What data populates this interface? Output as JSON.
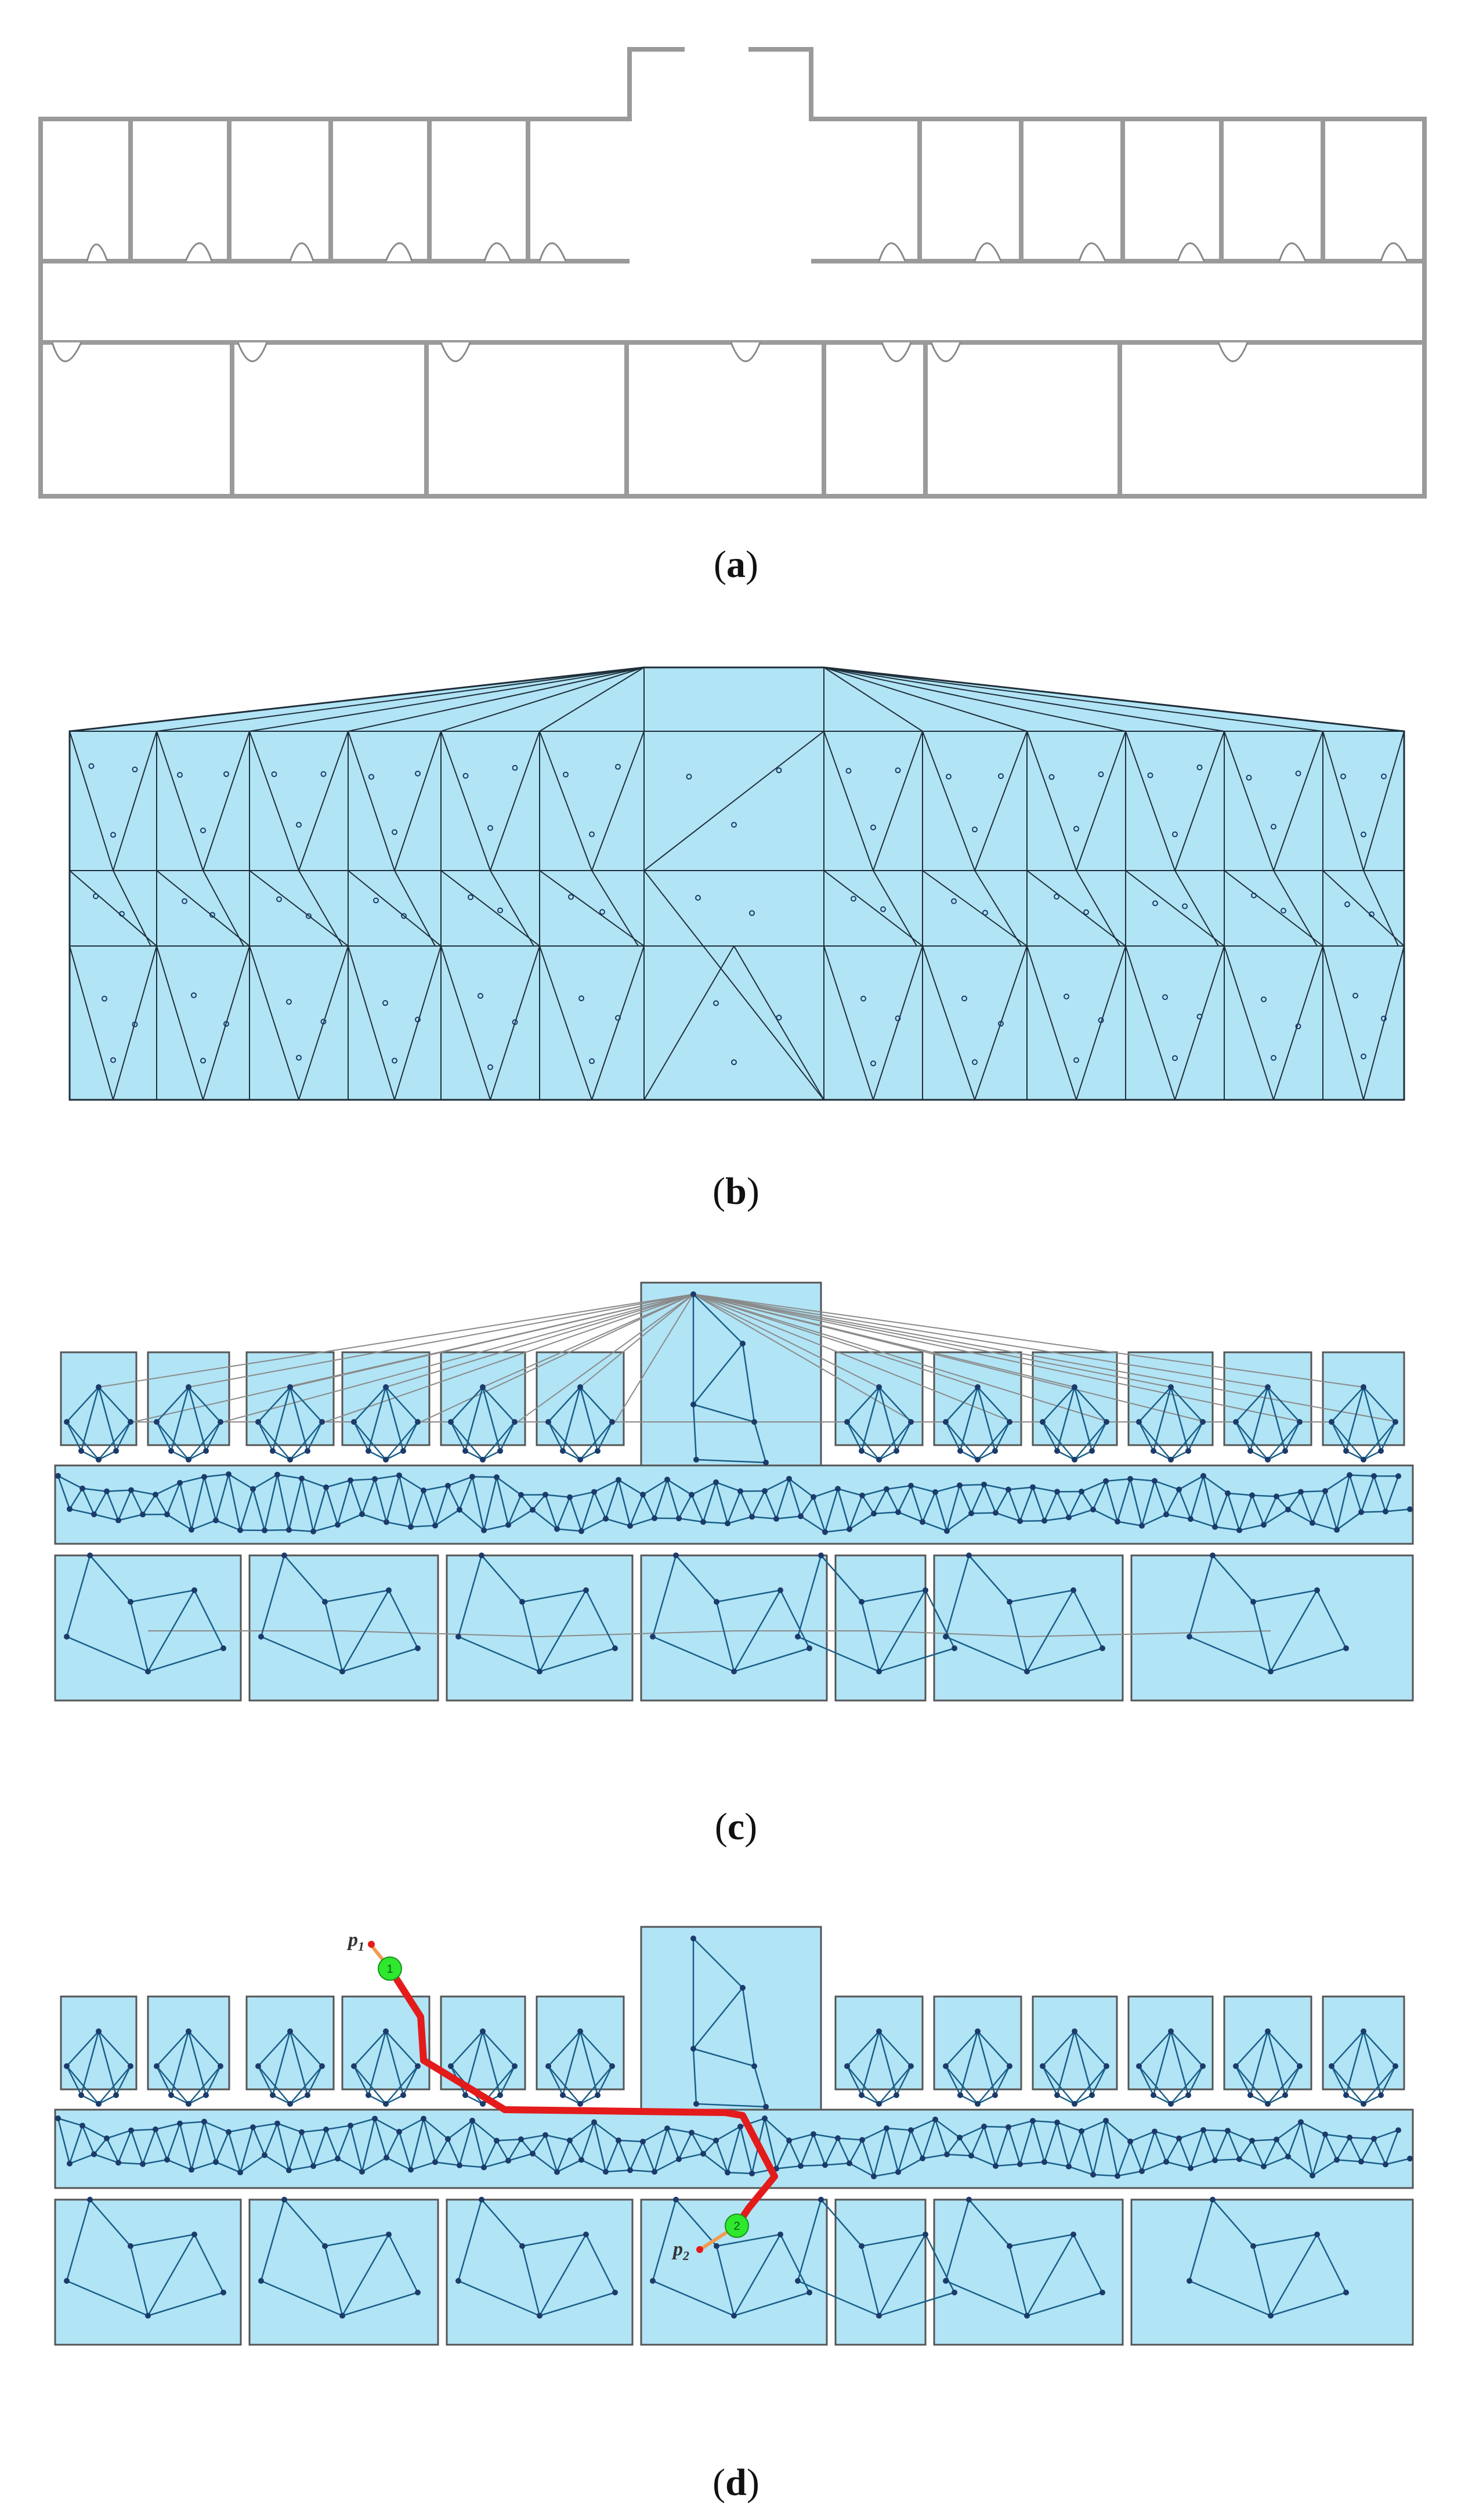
{
  "captions": {
    "a": "a",
    "b": "b",
    "c": "c",
    "d": "d"
  },
  "colors": {
    "room_fill": "#b1e4f5",
    "wall": "#9a9a9a",
    "mesh_edge": "#1f2f3a",
    "graph_edge": "#1a5f8a",
    "cross_edge": "#8a8a8a",
    "node": "#1c3a6a",
    "path": "#e41b1b",
    "start_end_marker": "#2ee82e",
    "start_end_leader": "#f29a50"
  },
  "path_points": {
    "p1": {
      "label": "p",
      "sub": "1",
      "marker": "1"
    },
    "p2": {
      "label": "p",
      "sub": "2",
      "marker": "2"
    }
  }
}
